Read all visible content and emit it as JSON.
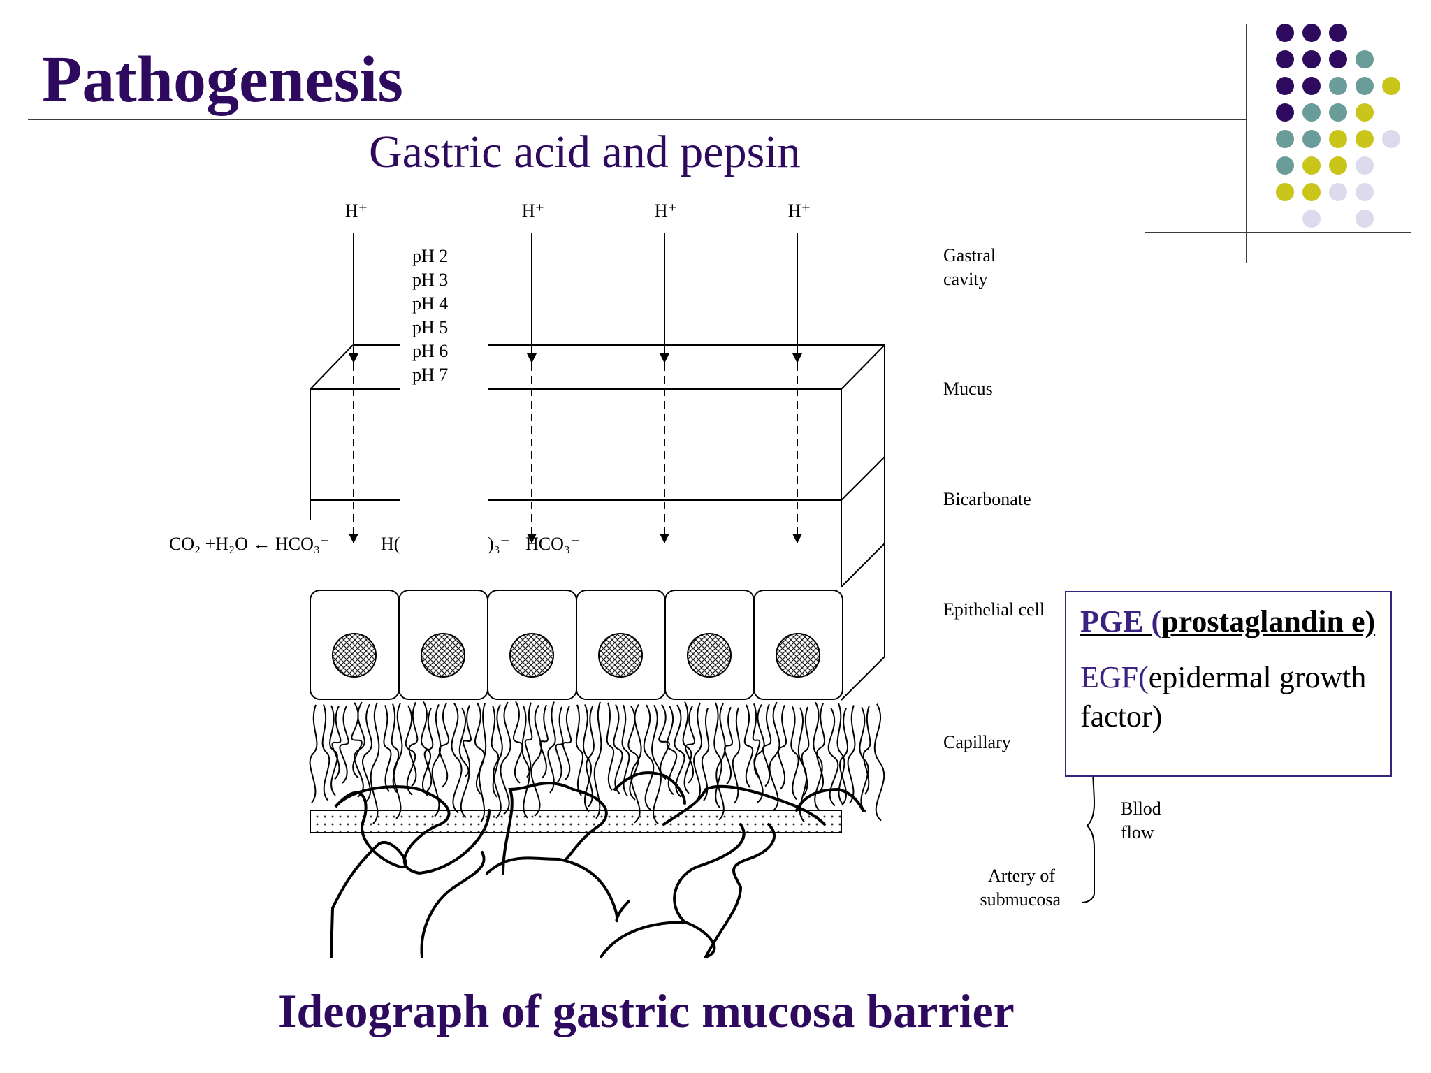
{
  "title": "Pathogenesis",
  "subtitle": "Gastric acid and pepsin",
  "caption": "Ideograph of gastric mucosa barrier",
  "colors": {
    "brand_purple": "#2e0a5e",
    "teal": "#6a9c9a",
    "olive_yellow": "#c9c51b",
    "lavender": "#dcdaec"
  },
  "diagram": {
    "h_plus": [
      "H⁺",
      "H⁺",
      "H⁺",
      "H⁺"
    ],
    "ph_levels": [
      "pH 2",
      "pH 3",
      "pH 4",
      "pH 5",
      "pH 6",
      "pH 7"
    ],
    "bicarb_equation": "CO₂ +H₂O ← HCO₃⁻",
    "bicarb_fragment_1": "H(",
    "bicarb_fragment_2": ")₃⁻",
    "bicarb_fragment_3": "HCO₃⁻",
    "layer_labels": {
      "gastral_line1": "Gastral",
      "gastral_line2": "cavity",
      "mucus": "Mucus",
      "bicarbonate": "Bicarbonate",
      "epithelial": "Epithelial cell",
      "capillary": "Capillary",
      "blood_line1": "Bllod",
      "blood_line2": "flow",
      "artery_line1": "Artery of",
      "artery_line2": "submucosa"
    }
  },
  "factors_box": {
    "pge_prefix": "PGE (",
    "pge_text": "prostaglandin e)",
    "egf_prefix": "EGF(",
    "egf_text": "epidermal growth factor)"
  }
}
